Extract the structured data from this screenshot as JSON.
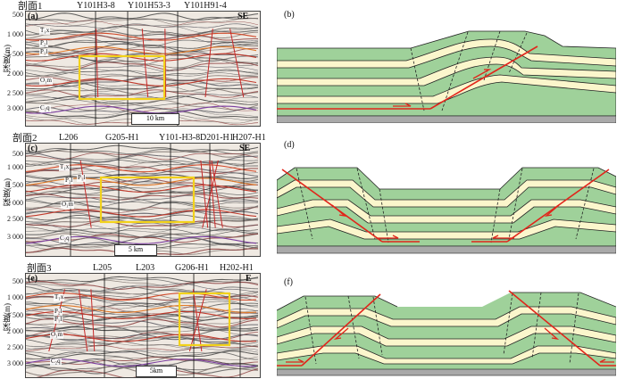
{
  "panels": [
    {
      "tag": "(a)",
      "section": "剖面1",
      "wells": [
        "Y101H3-8",
        "Y101H53-3",
        "Y101H91-4"
      ],
      "direction": "SE",
      "scale": "10 km",
      "horizons": [
        "T₁x",
        "P₂l",
        "P₁l",
        "O₁m",
        "C₂q"
      ]
    },
    {
      "tag": "(c)",
      "section": "剖面2",
      "wells": [
        "L206",
        "G205-H1",
        "Y101-H3-8",
        "D201-H1",
        "H207-H1"
      ],
      "direction": "SE",
      "scale": "5 km",
      "horizons": [
        "T₁x",
        "P₂l",
        "P₁l",
        "O₁m",
        "C₂q"
      ]
    },
    {
      "tag": "(e)",
      "section": "剖面3",
      "wells": [
        "L205",
        "L203",
        "G206-H1",
        "H202-H1"
      ],
      "direction": "E",
      "scale": "5km",
      "horizons": [
        "T₁x",
        "P₂l",
        "P₁l",
        "O₁m",
        "C₂q"
      ]
    }
  ],
  "cartoons": [
    {
      "tag": "(b)"
    },
    {
      "tag": "(d)"
    },
    {
      "tag": "(f)"
    }
  ],
  "depth_axis": {
    "label": "深度(m)",
    "ticks": [
      "500",
      "1 000",
      "1 500",
      "2 000",
      "2 500",
      "3 000"
    ]
  },
  "colors": {
    "green": "#9fd19a",
    "cream": "#fbf6cc",
    "basement": "#a9a9a9",
    "fault": "#e1251b",
    "highlight": "#f2d21b"
  }
}
